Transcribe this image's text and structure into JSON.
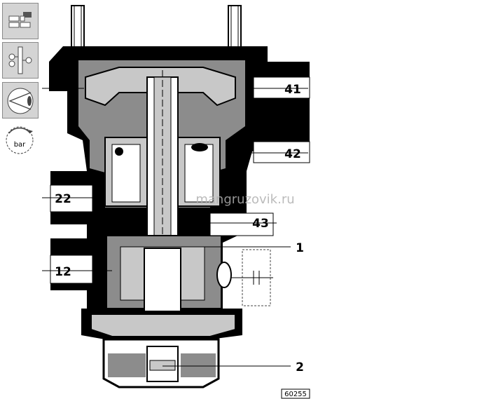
{
  "toolbar": {
    "items": [
      {
        "icon": "layout-blocks-icon"
      },
      {
        "icon": "exploded-parts-icon"
      },
      {
        "icon": "view-angle-icon"
      },
      {
        "icon": "pressure-gauge-icon",
        "label": "bar"
      }
    ]
  },
  "diagram": {
    "ports": {
      "p41": "41",
      "p42": "42",
      "p22": "22",
      "p43": "43",
      "p1": "1",
      "p12": "12",
      "p2": "2"
    },
    "watermark": "mangruzovik.ru",
    "drawing_number": "60255"
  },
  "colors": {
    "ink": "#000000",
    "body_gray": "#8c8c8c",
    "light_gray": "#c8c8c8",
    "toolbar_bg": "#d4d4d4",
    "watermark": "#b0b0b0"
  }
}
